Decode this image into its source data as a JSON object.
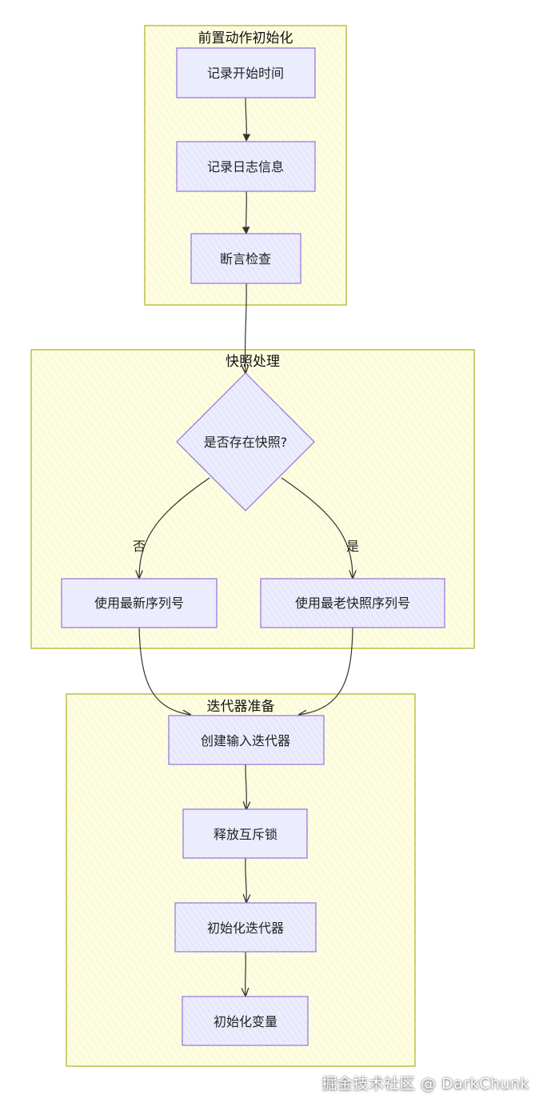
{
  "groups": {
    "pre_init": {
      "title": "前置动作初始化"
    },
    "snapshot": {
      "title": "快照处理"
    },
    "iterator_prep": {
      "title": "迭代器准备"
    }
  },
  "nodes": {
    "record_start_time": "记录开始时间",
    "record_log": "记录日志信息",
    "assert_check": "断言检查",
    "has_snapshot": "是否存在快照?",
    "use_latest_seq": "使用最新序列号",
    "use_oldest_snapshot_seq": "使用最老快照序列号",
    "create_input_iterator": "创建输入迭代器",
    "release_mutex": "释放互斥锁",
    "init_iterator": "初始化迭代器",
    "init_variables": "初始化变量"
  },
  "edge_labels": {
    "no": "否",
    "yes": "是"
  },
  "watermark": "掘金技术社区 @ DarkChunk",
  "colors": {
    "group_fill": "#fdfde3",
    "group_stroke": "#b8b83a",
    "node_fill": "#ececff",
    "node_stroke": "#9370db",
    "edge": "#333333"
  }
}
